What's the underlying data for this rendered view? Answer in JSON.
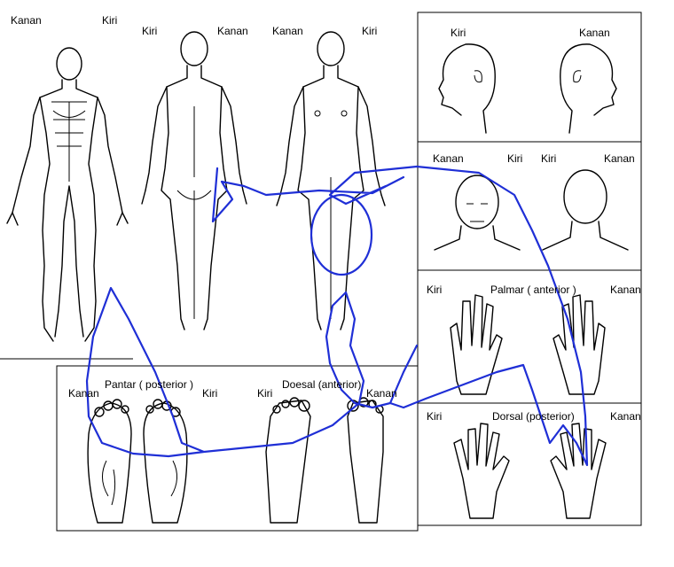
{
  "panels": {
    "front_muscle": {
      "right_label": "Kanan",
      "left_label": "Kiri"
    },
    "back_body": {
      "left_label": "Kiri",
      "right_label": "Kanan"
    },
    "front_body": {
      "right_label": "Kanan",
      "left_label": "Kiri"
    },
    "head_profile": {
      "left_label": "Kiri",
      "right_label": "Kanan"
    },
    "head_front_back": {
      "front_right": "Kanan",
      "front_left": "Kiri",
      "back_left": "Kiri",
      "back_right": "Kanan"
    },
    "palmar": {
      "left_label": "Kiri",
      "title": "Palmar ( anterior )",
      "right_label": "Kanan"
    },
    "dorsal_hands": {
      "left_label": "Kiri",
      "title": "Dorsal (posterior)",
      "right_label": "Kanan"
    },
    "plantar": {
      "right_label": "Kanan",
      "title": "Pantar ( posterior )",
      "left_label": "Kiri"
    },
    "dorsal_feet": {
      "left_label": "Kiri",
      "title": "Doesal (anterior)",
      "right_label": "Kanan"
    }
  },
  "annotation": {
    "stroke_color": "#1f2fd6",
    "description_colors": {
      "ink": "#000000"
    }
  }
}
